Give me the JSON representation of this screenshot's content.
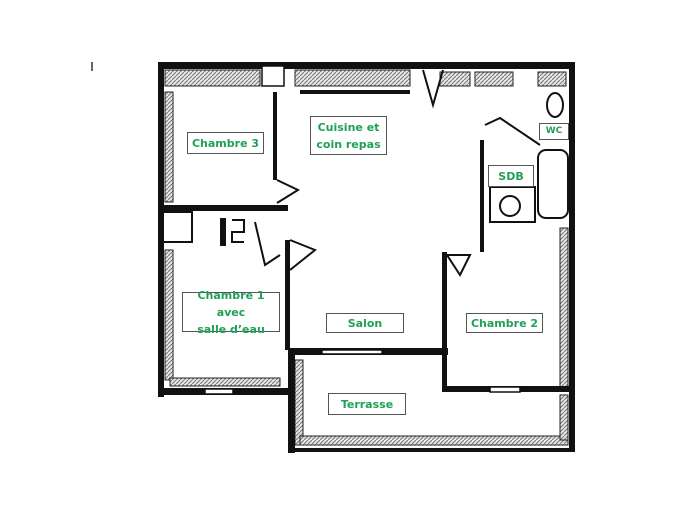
{
  "plan": {
    "rooms": {
      "chambre3": "Chambre 3",
      "cuisine_line1": "Cuisine et",
      "cuisine_line2": "coin repas",
      "wc": "WC",
      "sdb": "SDB",
      "chambre1_line1": "Chambre 1 avec",
      "chambre1_line2": "salle d’eau",
      "salon": "Salon",
      "chambre2": "Chambre 2",
      "terrasse": "Terrasse"
    },
    "colors": {
      "label_text": "#1fa055",
      "wall": "#111111",
      "hatch": "#bdbdbd"
    }
  }
}
